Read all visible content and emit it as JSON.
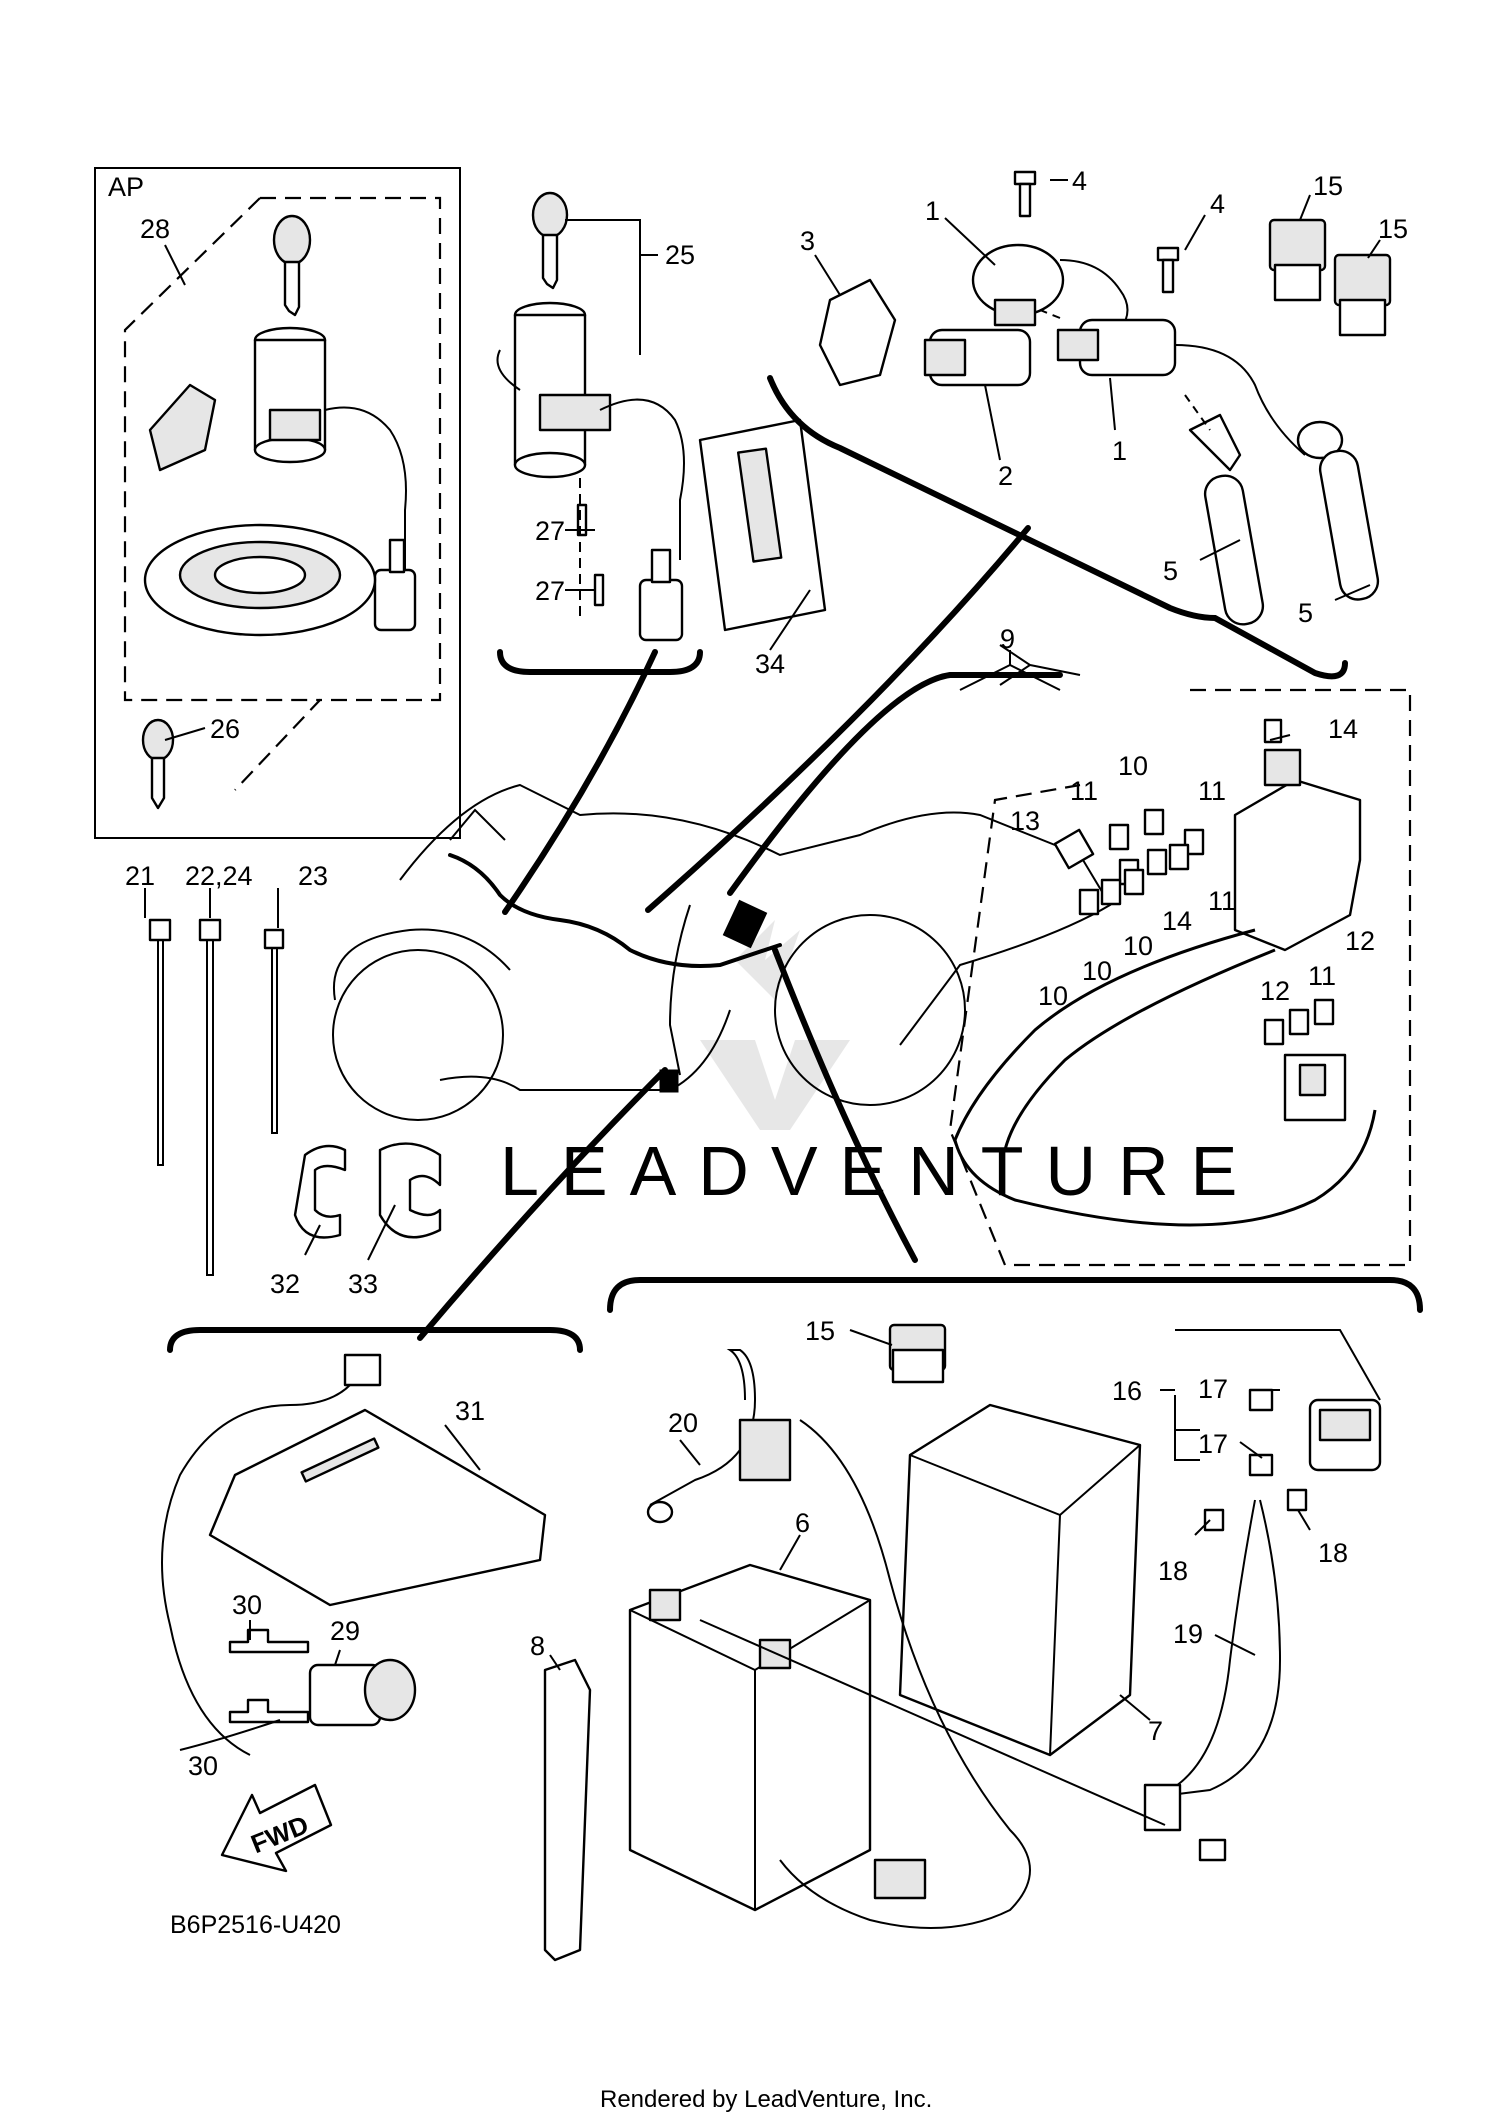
{
  "diagram": {
    "code": "B6P2516-U420",
    "footer": "Rendered by LeadVenture, Inc.",
    "watermark": "LEADVENTURE",
    "ap_label": "AP",
    "fwd_label": "FWD",
    "callouts": [
      "28",
      "26",
      "25",
      "27",
      "27",
      "34",
      "3",
      "1",
      "4",
      "4",
      "15",
      "15",
      "2",
      "1",
      "5",
      "5",
      "9",
      "14",
      "10",
      "11",
      "11",
      "13",
      "10",
      "11",
      "11",
      "14",
      "10",
      "10",
      "10",
      "12",
      "11",
      "12",
      "21",
      "22,24",
      "23",
      "32",
      "33",
      "31",
      "30",
      "29",
      "30",
      "15",
      "20",
      "6",
      "16",
      "17",
      "17",
      "18",
      "18",
      "19",
      "8",
      "7"
    ]
  }
}
